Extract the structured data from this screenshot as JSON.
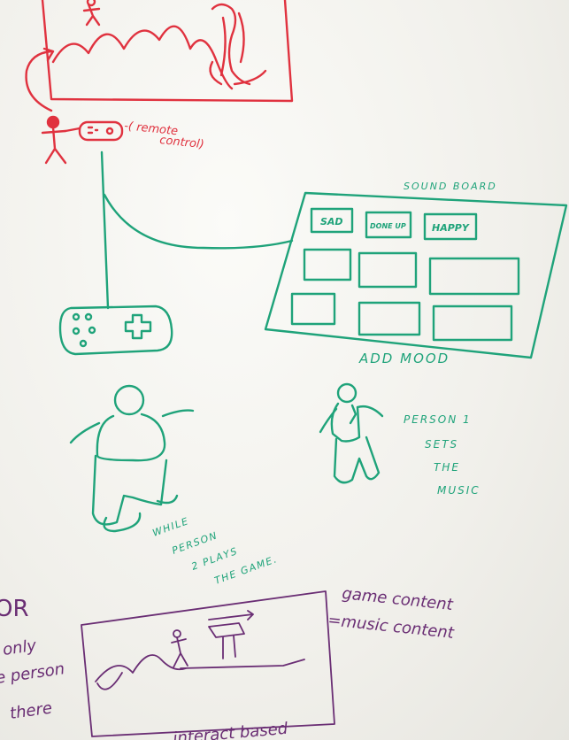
{
  "colors": {
    "red_marker": "#e0323f",
    "green_marker": "#1fa37a",
    "purple_marker": "#6a2e74",
    "board": "#f2f1ec"
  },
  "remote_label": [
    "-( remote",
    "control)"
  ],
  "sound_board": {
    "title": "SOUND BOARD",
    "buttons": [
      "SAD",
      "DONE UP",
      "HAPPY"
    ],
    "caption": "ADD MOOD"
  },
  "person1_text": [
    "PERSON 1",
    "SETS",
    "THE",
    "MUSIC"
  ],
  "person2_text": [
    "WHILE",
    "PERSON",
    "2 PLAYS",
    "THE GAME."
  ],
  "left_note": [
    "OR",
    "only",
    "e person",
    "there"
  ],
  "game_music_text": [
    "game content",
    "=music content"
  ],
  "bottom_text": "interact based"
}
